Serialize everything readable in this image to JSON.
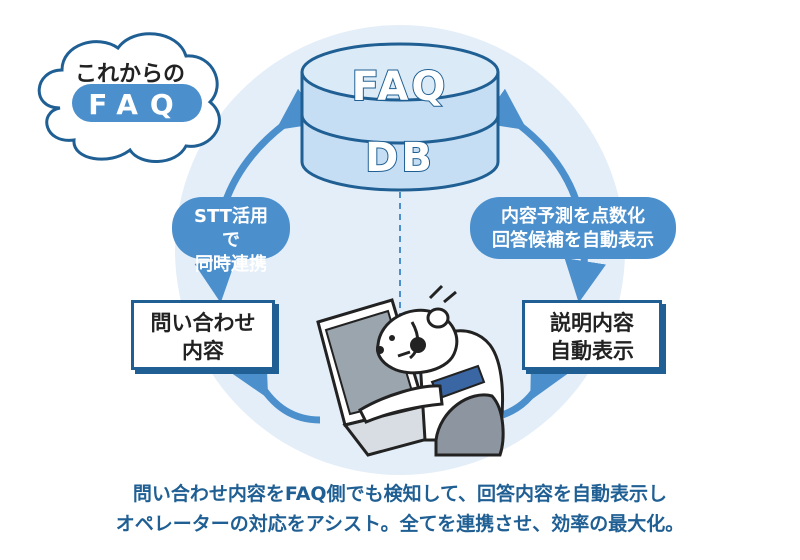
{
  "cloud": {
    "title": "これからの",
    "badge": "FAQ"
  },
  "database": {
    "top_label": "FAQ",
    "bottom_label": "DB"
  },
  "left_pill": {
    "line1": "STT活用で",
    "line2": "同時連携"
  },
  "right_pill": {
    "line1": "内容予測を点数化",
    "line2": "回答候補を自動表示"
  },
  "left_box": {
    "line1": "問い合わせ",
    "line2": "内容"
  },
  "right_box": {
    "line1": "説明内容",
    "line2": "自動表示"
  },
  "caption": {
    "line1": "問い合わせ内容をFAQ側でも検知して、回答内容を自動表示し",
    "line2": "オペレーターの対応をアシスト。全てを連携させ、効率の最大化。"
  },
  "colors": {
    "primary": "#1f5f93",
    "accent": "#4b8fcc",
    "background_circle": "#e3eef8",
    "cylinder": "#c6def3"
  }
}
